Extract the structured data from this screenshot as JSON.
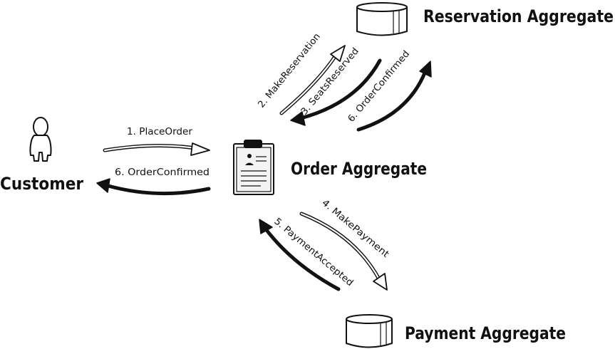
{
  "nodes": {
    "customer": {
      "label": "Customer"
    },
    "order": {
      "label": "Order Aggregate"
    },
    "reservation": {
      "label": "Reservation Aggregate"
    },
    "payment": {
      "label": "Payment Aggregate"
    }
  },
  "messages": {
    "place_order": "1. PlaceOrder",
    "order_confirmed_customer": "6. OrderConfirmed",
    "make_reservation": "2. MakeReservation",
    "seats_reserved": "3. SeatsReserved",
    "order_confirmed_reservation": "6. OrderConfirmed",
    "make_payment": "4. MakePayment",
    "payment_accepted": "5. PaymentAccepted"
  },
  "colors": {
    "ink": "#111111",
    "paper": "#ffffff",
    "shade": "#e6e6e6"
  }
}
